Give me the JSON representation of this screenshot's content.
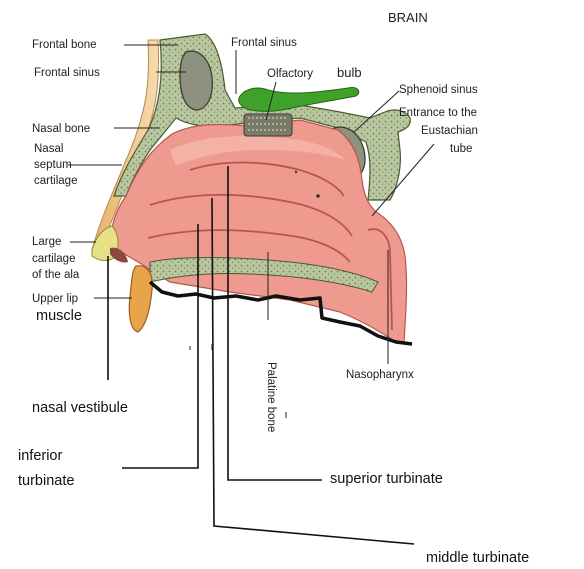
{
  "title": "BRAIN",
  "labels": {
    "frontal_bone": "Frontal bone",
    "frontal_sinus_left": "Frontal sinus",
    "frontal_sinus_top": "Frontal sinus",
    "olfactory_bulb_a": "Olfactory",
    "olfactory_bulb_b": "bulb",
    "sphenoid_sinus": "Sphenoid sinus",
    "eustachian_1": "Entrance to the",
    "eustachian_2": "Eustachian",
    "eustachian_3": "tube",
    "nasal_bone": "Nasal bone",
    "septum_1": "Nasal",
    "septum_2": "septum",
    "septum_3": "cartilage",
    "ala_1": "Large",
    "ala_2": "cartilage",
    "ala_3": "of the ala",
    "upper_lip": "Upper lip",
    "muscle": "muscle",
    "nasopharynx": "Nasopharynx",
    "palatine_bone": "Palatine bone",
    "nasal_vestibule": "nasal vestibule",
    "inferior_turbinate_1": "inferior",
    "inferior_turbinate_2": "turbinate",
    "superior_turbinate": "superior turbinate",
    "middle_turbinate": "middle turbinate"
  },
  "colors": {
    "bone_fill": "#b9c7a0",
    "bone_dots": "#6f7f55",
    "mucosa": "#ee9a8e",
    "mucosa_dark": "#c86e64",
    "sinus": "#8e9080",
    "olfactory": "#3fa12a",
    "skin": "#f3c98f",
    "cartilage": "#e6e088",
    "lip": "#e7a44a"
  }
}
